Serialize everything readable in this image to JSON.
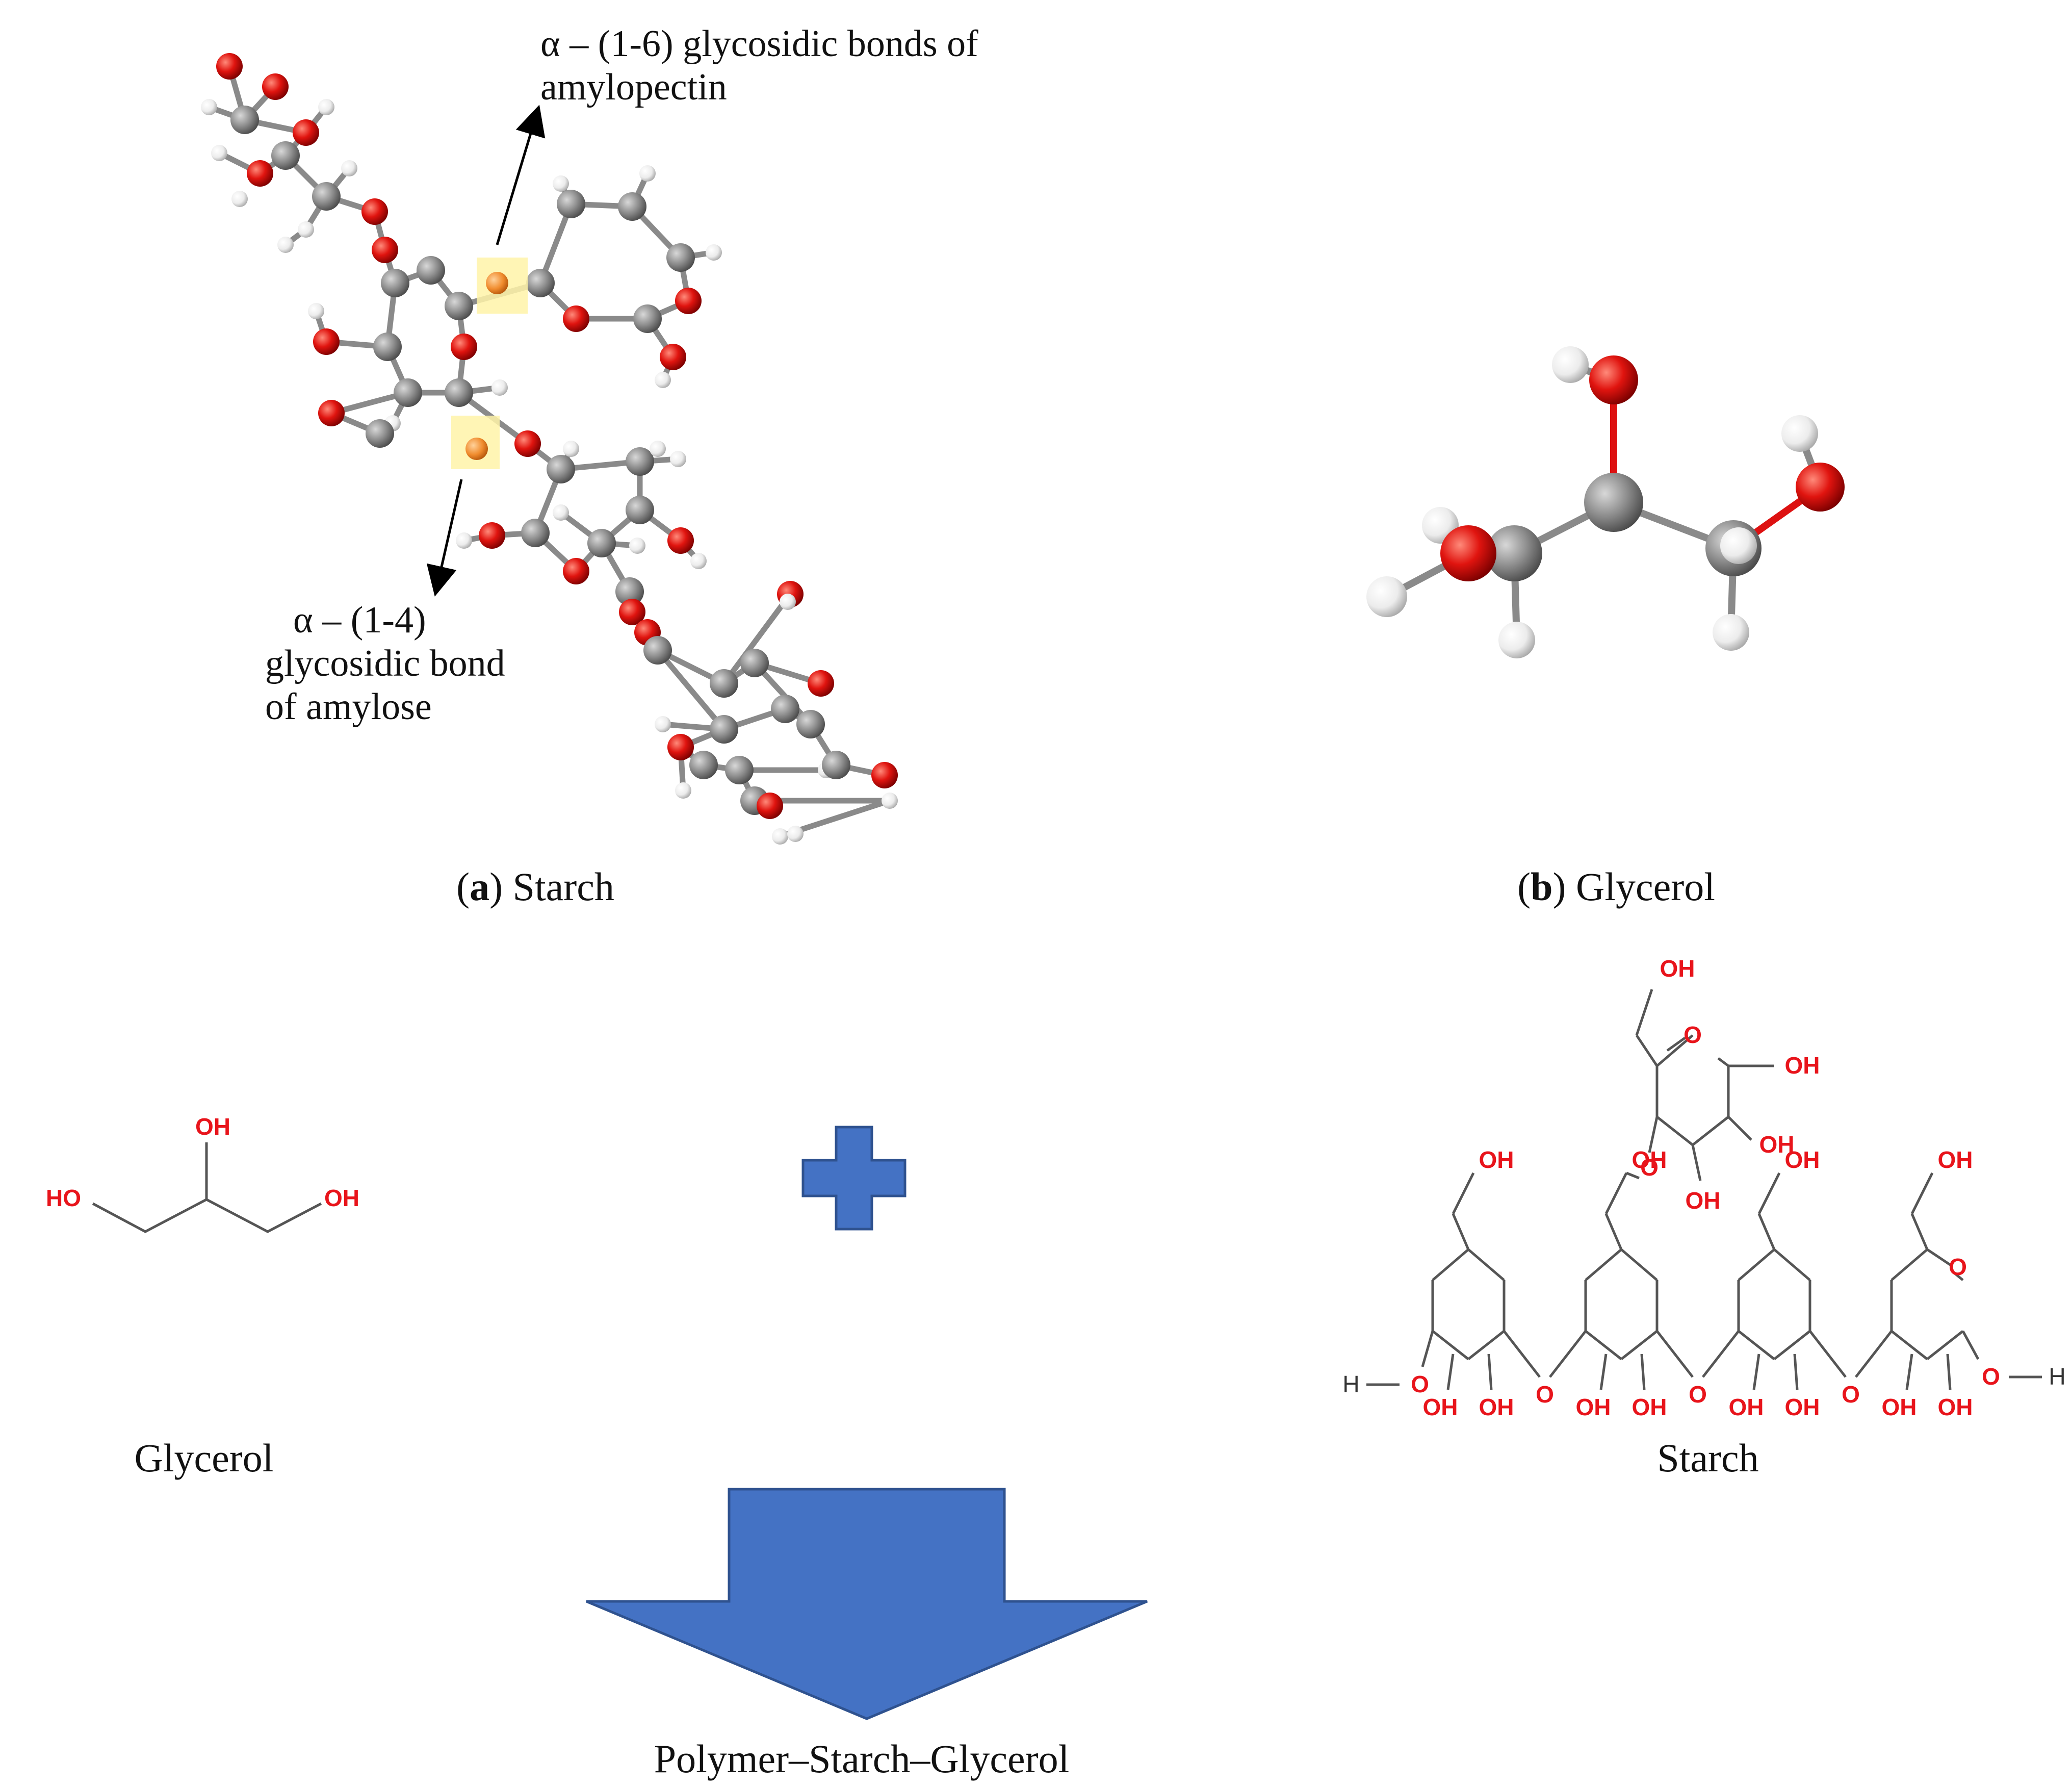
{
  "panel_a": {
    "caption_letter": "a",
    "caption_name": "Starch",
    "annotation_16_line1": "α – (1-6) glycosidic bonds of",
    "annotation_16_line2": "amylopectin",
    "annotation_14_line1": "α – (1-4)",
    "annotation_14_line2": "glycosidic bond",
    "annotation_14_line3": "of amylose"
  },
  "panel_b": {
    "caption_letter": "b",
    "caption_name": "Glycerol"
  },
  "reaction": {
    "glycerol_label": "Glycerol",
    "starch_label": "Starch",
    "product_label": "Polymer–Starch–Glycerol",
    "oh": "OH",
    "ho": "HO",
    "o": "O",
    "h": "H"
  },
  "colors": {
    "carbon": "#8a8a8a",
    "oxygen": "#e0140f",
    "hydrogen": "#f2f2f2",
    "highlight": "#fff3a8",
    "highlight_atom": "#f08c2e",
    "shape_fill": "#4472c4",
    "shape_stroke": "#2f528f",
    "heteroatom_text": "#e8141b"
  }
}
